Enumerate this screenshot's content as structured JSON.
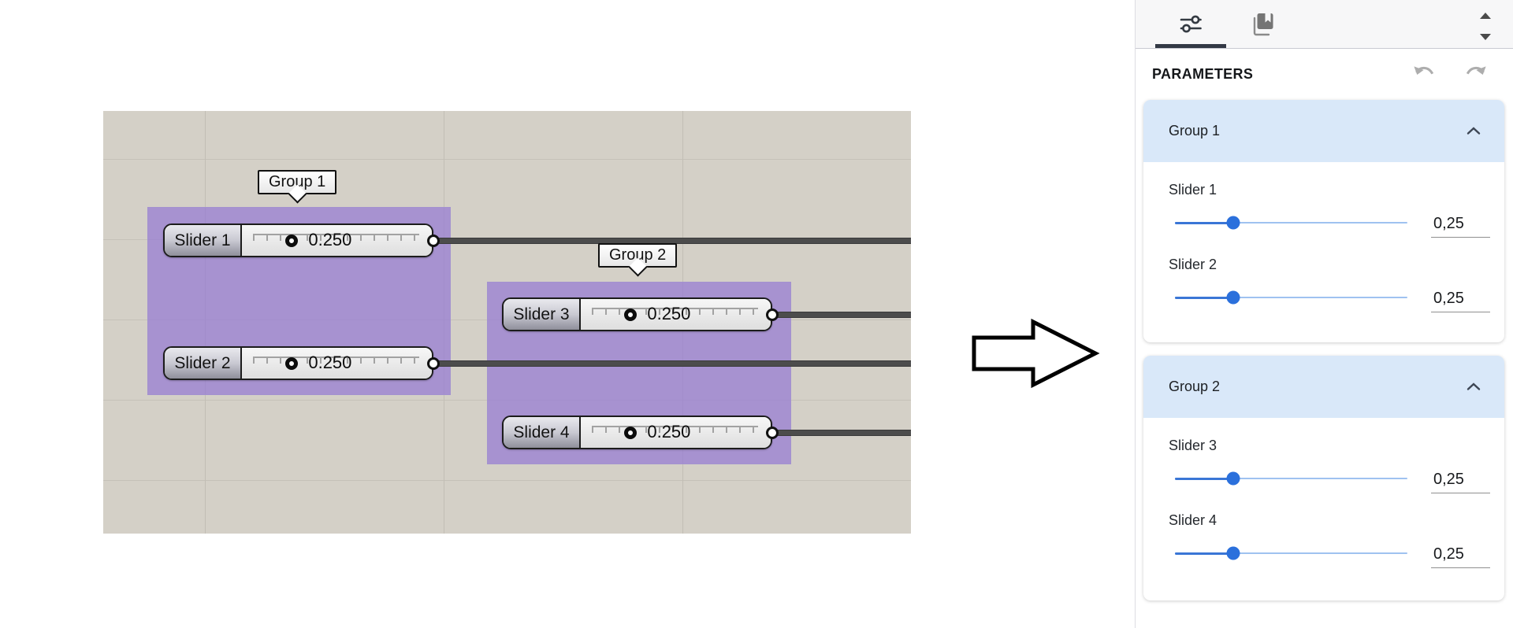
{
  "canvas": {
    "groups": [
      {
        "label": "Group 1"
      },
      {
        "label": "Group 2"
      }
    ],
    "sliders": [
      {
        "name": "Slider 1",
        "value": "0.250"
      },
      {
        "name": "Slider 2",
        "value": "0.250"
      },
      {
        "name": "Slider 3",
        "value": "0.250"
      },
      {
        "name": "Slider 4",
        "value": "0.250"
      }
    ],
    "colors": {
      "background": "#d4d0c7",
      "grid": "#c2beb5",
      "group_fill": "#b3a0da"
    }
  },
  "arrow": {
    "icon": "right-arrow-icon"
  },
  "panel": {
    "tabs": [
      {
        "icon": "sliders-icon",
        "active": true
      },
      {
        "icon": "book-icon",
        "active": false
      }
    ],
    "scroll": [
      {
        "icon": "triangle-up-icon"
      },
      {
        "icon": "triangle-down-icon"
      }
    ],
    "title": "PARAMETERS",
    "history": [
      {
        "icon": "undo-icon"
      },
      {
        "icon": "redo-icon"
      }
    ],
    "groups": [
      {
        "label": "Group 1",
        "collapse_icon": "chevron-up-icon",
        "sliders": [
          {
            "label": "Slider 1",
            "value": "0,25"
          },
          {
            "label": "Slider 2",
            "value": "0,25"
          }
        ]
      },
      {
        "label": "Group 2",
        "collapse_icon": "chevron-up-icon",
        "sliders": [
          {
            "label": "Slider 3",
            "value": "0,25"
          },
          {
            "label": "Slider 4",
            "value": "0,25"
          }
        ]
      }
    ],
    "colors": {
      "accent_blue": "#2b70dc",
      "group_header": "#d9e8f9",
      "track_fill": "#3a76d6",
      "track_rest": "#9fc2f0"
    }
  }
}
